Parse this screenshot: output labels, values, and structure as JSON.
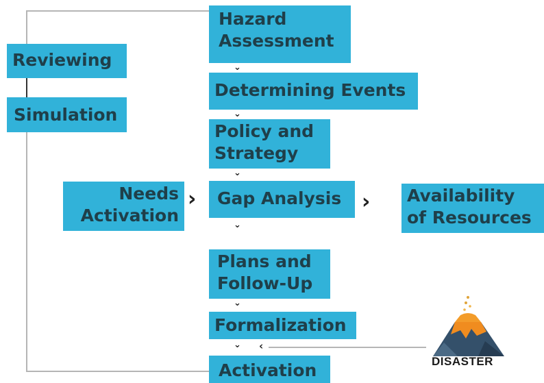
{
  "process": {
    "hazard_assessment": "Hazard\nAssessment",
    "determining_events": "Determining Events",
    "policy_strategy": "Policy and\nStrategy",
    "gap_analysis": "Gap Analysis",
    "plans_follow_up": "Plans and\nFollow-Up",
    "formalization": "Formalization",
    "activation": "Activation"
  },
  "side": {
    "reviewing": "Reviewing",
    "simulation": "Simulation",
    "needs_activation": "Needs\nActivation",
    "availability": "Availability\nof Resources"
  },
  "trigger": {
    "label": "DISASTER",
    "icon": "volcano-icon"
  },
  "colors": {
    "box_fill": "#31b2d9",
    "box_text": "#1f3f4a",
    "connector": "#b5b5b5"
  }
}
